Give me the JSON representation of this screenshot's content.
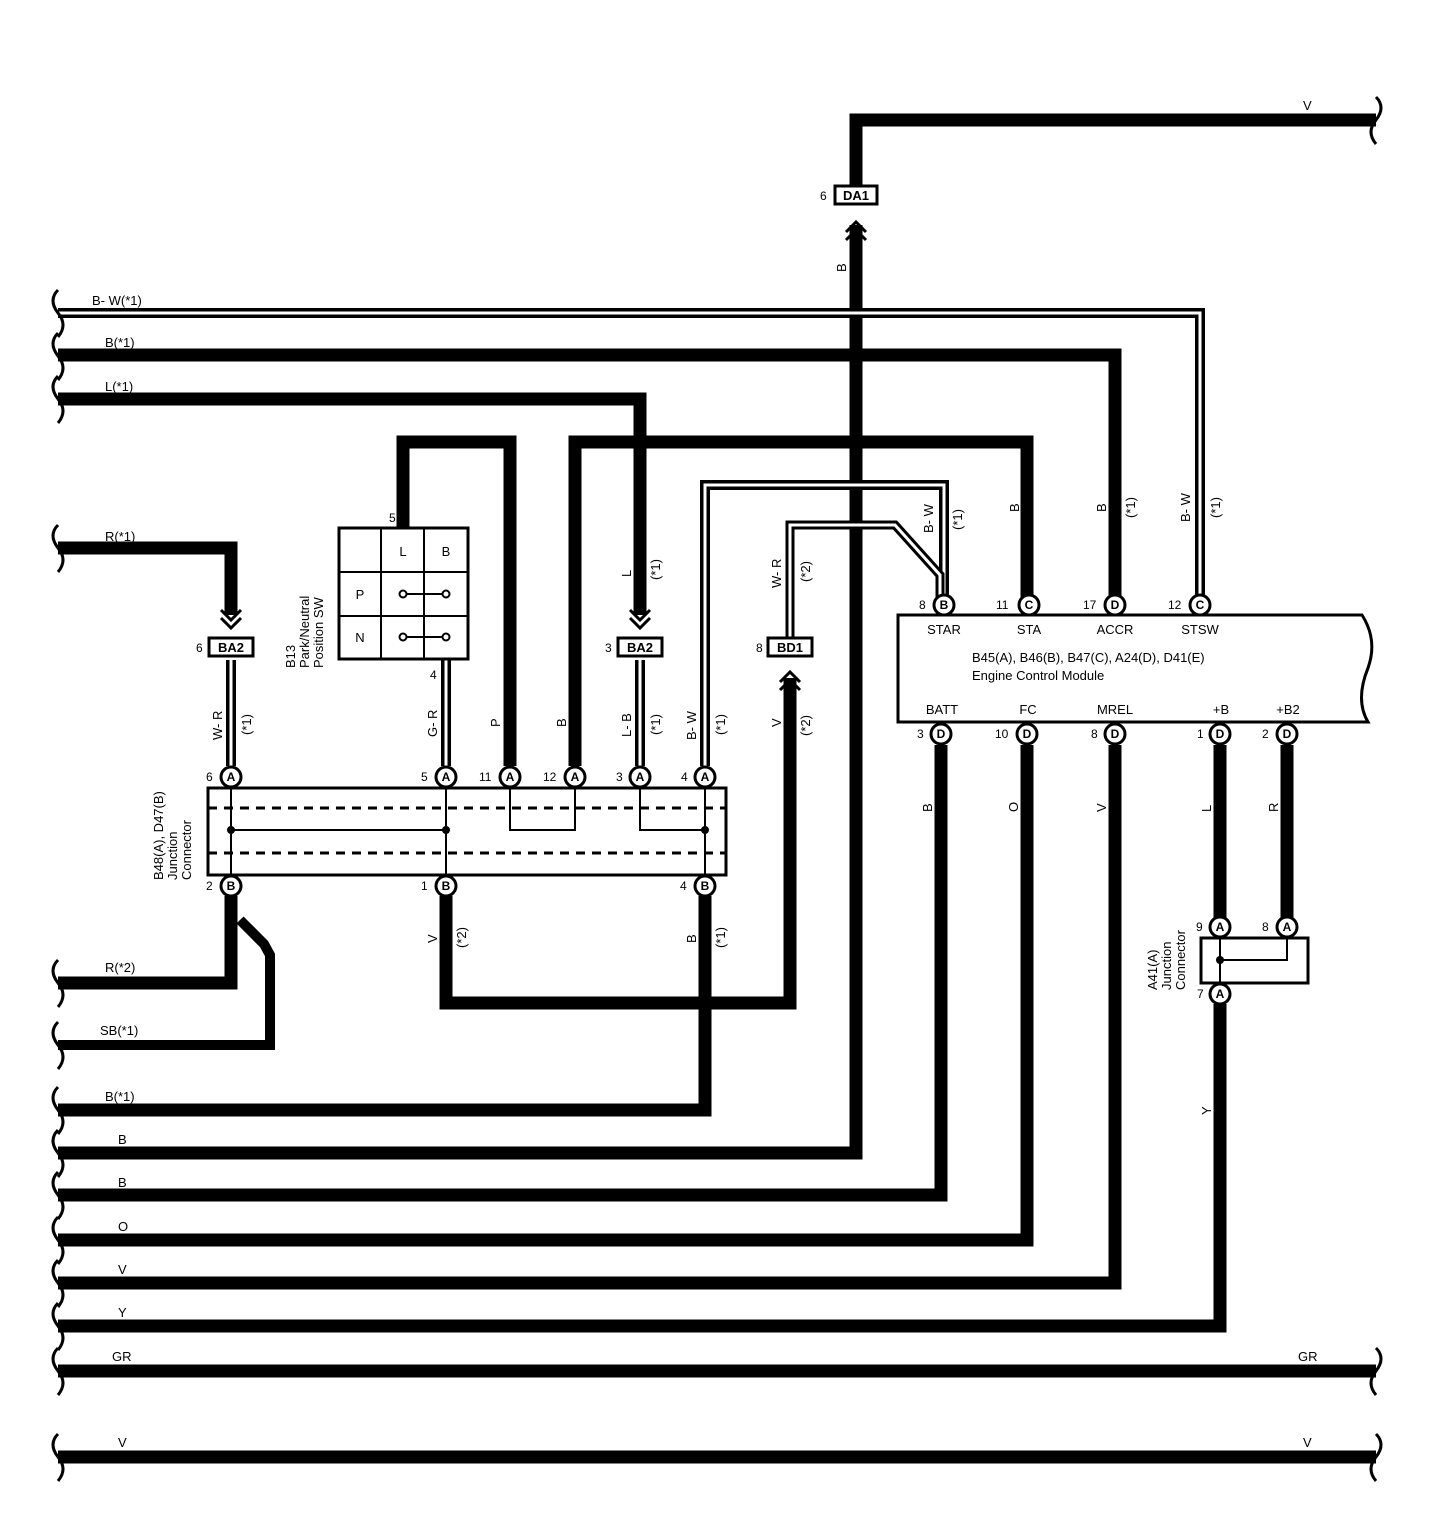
{
  "colors": {
    "wire": "#000000",
    "background": "#ffffff"
  },
  "diagram": {
    "left_wires": [
      {
        "id": "bw1",
        "label": "B- W(*1)"
      },
      {
        "id": "b1",
        "label": "B(*1)"
      },
      {
        "id": "l1",
        "label": "L(*1)"
      },
      {
        "id": "r1",
        "label": "R(*1)"
      },
      {
        "id": "r2",
        "label": "R(*2)"
      },
      {
        "id": "sb1",
        "label": "SB(*1)"
      },
      {
        "id": "b1b",
        "label": "B(*1)"
      },
      {
        "id": "b_a",
        "label": "B"
      },
      {
        "id": "b_b",
        "label": "B"
      },
      {
        "id": "o",
        "label": "O"
      },
      {
        "id": "v",
        "label": "V"
      },
      {
        "id": "y",
        "label": "Y"
      },
      {
        "id": "gr",
        "label": "GR"
      },
      {
        "id": "v2",
        "label": "V"
      }
    ],
    "right_wires": [
      {
        "id": "v_top",
        "label": "V"
      },
      {
        "id": "gr_r",
        "label": "GR"
      },
      {
        "id": "v_bot",
        "label": "V"
      }
    ],
    "connectors": {
      "da1": {
        "name": "DA1",
        "pin": "6"
      },
      "ba2_left": {
        "name": "BA2",
        "pin": "6"
      },
      "ba2_right": {
        "name": "BA2",
        "pin": "3"
      },
      "bd1": {
        "name": "BD1",
        "pin": "8"
      }
    },
    "park_switch": {
      "ref": "B13",
      "name_line1": "Park/Neutral",
      "name_line2": "Position SW",
      "col_l": "L",
      "col_b": "B",
      "row_p": "P",
      "row_n": "N",
      "pin_top": "5",
      "pin_bottom": "4"
    },
    "junction_b48": {
      "line1": "B48(A), D47(B)",
      "line2": "Junction",
      "line3": "Connector",
      "top_pins": [
        {
          "pin": "6",
          "letter": "A"
        },
        {
          "pin": "5",
          "letter": "A"
        },
        {
          "pin": "11",
          "letter": "A"
        },
        {
          "pin": "12",
          "letter": "A"
        },
        {
          "pin": "3",
          "letter": "A"
        },
        {
          "pin": "4",
          "letter": "A"
        }
      ],
      "bottom_pins": [
        {
          "pin": "2",
          "letter": "B"
        },
        {
          "pin": "1",
          "letter": "B"
        },
        {
          "pin": "4",
          "letter": "B"
        }
      ]
    },
    "junction_a41": {
      "line1": "A41(A)",
      "line2": "Junction",
      "line3": "Connector",
      "top_pins": [
        {
          "pin": "9",
          "letter": "A"
        },
        {
          "pin": "8",
          "letter": "A"
        }
      ],
      "bottom_pin": {
        "pin": "7",
        "letter": "A"
      }
    },
    "ecm": {
      "title": "B45(A), B46(B), B47(C), A24(D), D41(E)",
      "subtitle": "Engine Control Module",
      "top_pins": [
        {
          "pin": "8",
          "letter": "B",
          "name": "STAR"
        },
        {
          "pin": "11",
          "letter": "C",
          "name": "STA"
        },
        {
          "pin": "17",
          "letter": "D",
          "name": "ACCR"
        },
        {
          "pin": "12",
          "letter": "C",
          "name": "STSW"
        }
      ],
      "bottom_pins": [
        {
          "pin": "3",
          "letter": "D",
          "name": "BATT"
        },
        {
          "pin": "10",
          "letter": "D",
          "name": "FC"
        },
        {
          "pin": "8",
          "letter": "D",
          "name": "MREL"
        },
        {
          "pin": "1",
          "letter": "D",
          "name": "+B"
        },
        {
          "pin": "2",
          "letter": "D",
          "name": "+B2"
        }
      ]
    },
    "wire_tags": {
      "da1_down": "B",
      "ecm_sta": "B",
      "ecm_accr": "B",
      "ecm_stsw": "B- W",
      "ecm_star": "B- W",
      "bd1_up": "W- R",
      "ba2l_down": "W- R",
      "sw_down": "G- R",
      "p_wire": "P",
      "b_wire": "B",
      "ba2r_up": "L",
      "ba2r_down": "L- B",
      "bw_wire": "B- W",
      "bd1_down": "V",
      "b1_down": "V",
      "b4_down": "B",
      "batt_down": "B",
      "fc_down": "O",
      "mrel_down": "V",
      "plusb_down": "L",
      "plusb2_down": "R",
      "a41_down": "Y",
      "note1": "(*1)",
      "note2": "(*2)"
    }
  }
}
